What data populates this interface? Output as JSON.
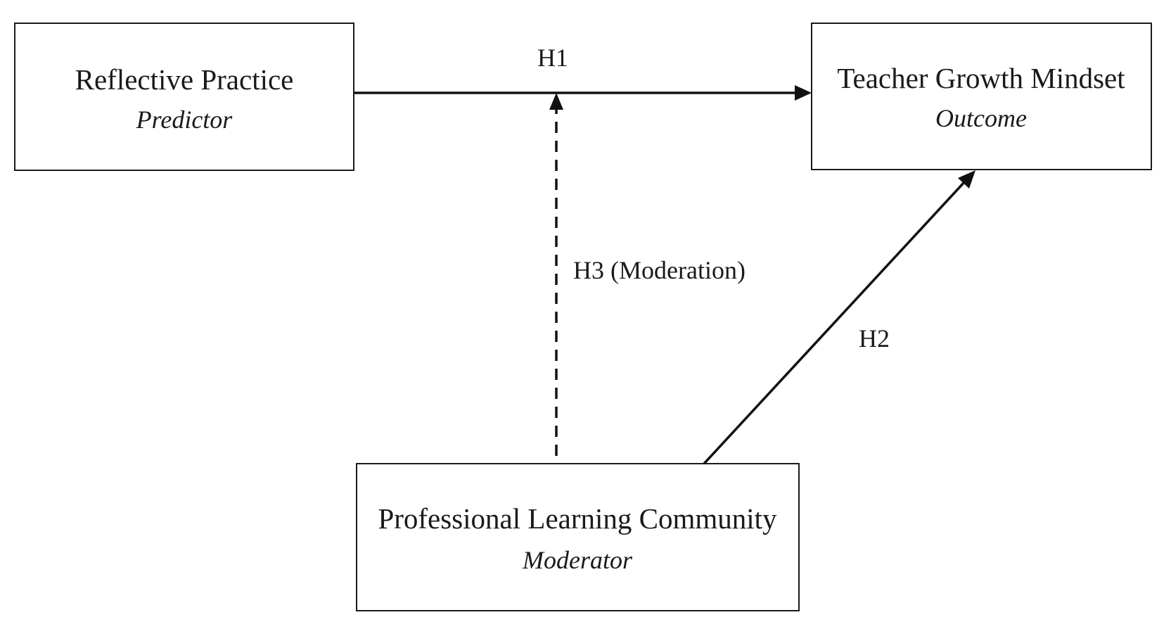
{
  "nodes": {
    "predictor": {
      "title": "Reflective Practice",
      "role": "Predictor"
    },
    "outcome": {
      "title": "Teacher Growth Mindset",
      "role": "Outcome"
    },
    "moderator": {
      "title": "Professional Learning Community",
      "role": "Moderator"
    }
  },
  "edges": {
    "h1": {
      "label": "H1",
      "from": "predictor",
      "to": "outcome",
      "style": "solid"
    },
    "h2": {
      "label": "H2",
      "from": "moderator",
      "to": "outcome",
      "style": "solid"
    },
    "h3": {
      "label": "H3 (Moderation)",
      "from": "moderator",
      "to": "h1",
      "style": "dashed"
    }
  },
  "colors": {
    "line": "#111111",
    "box_border": "#1a1a1a",
    "background": "#ffffff"
  }
}
